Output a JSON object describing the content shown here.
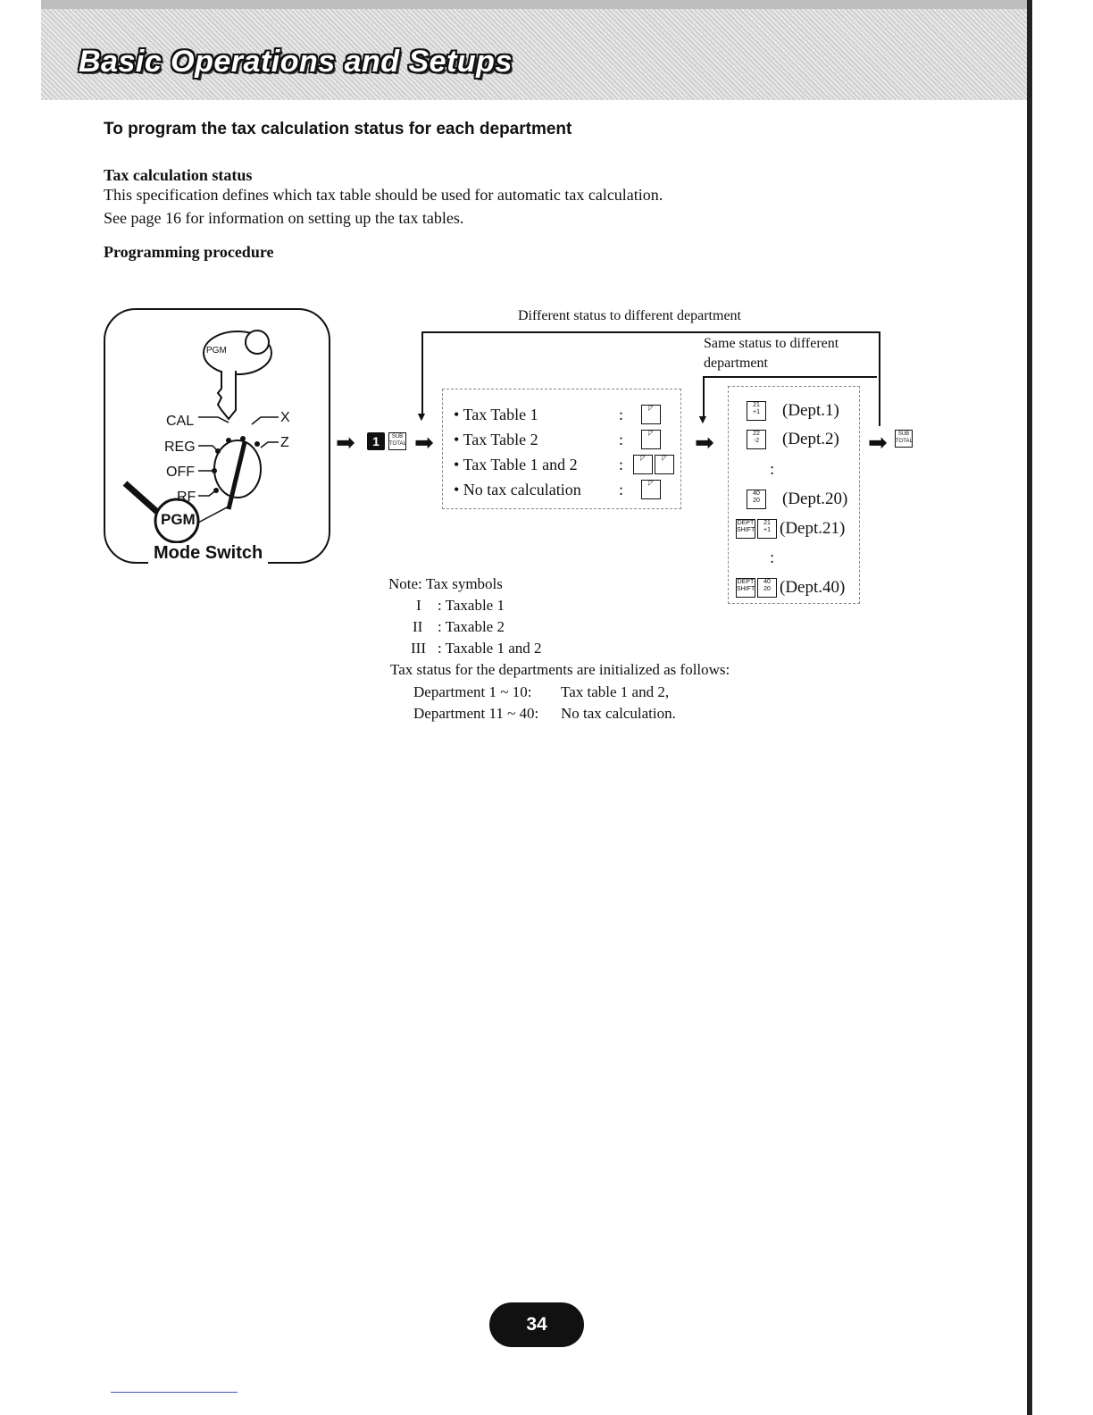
{
  "header": {
    "title": "Basic Operations and Setups"
  },
  "page_heading": "To program the tax calculation status for each department",
  "sections": {
    "tax_status_title": "Tax calculation status",
    "tax_status_line1": "This specification defines which tax table should be used for automatic tax calculation.",
    "tax_status_line2": "See page 16 for information on setting up the tax tables.",
    "procedure_title": "Programming procedure"
  },
  "mode_switch": {
    "label": "Mode Switch",
    "key_label": "PGM",
    "selected": "PGM",
    "positions": {
      "cal": "CAL",
      "reg": "REG",
      "off": "OFF",
      "rf": "RF",
      "x": "X",
      "z": "Z"
    }
  },
  "flow": {
    "start_key": "1",
    "subtotal_key": "SUB TOTAL",
    "different_label": "Different status to different department",
    "same_label_1": "Same status to different",
    "same_label_2": "department",
    "tax_options": [
      {
        "label": "• Tax Table 1",
        "sep": ":"
      },
      {
        "label": "• Tax Table 2",
        "sep": ":"
      },
      {
        "label": "• Tax Table 1 and 2",
        "sep": ":"
      },
      {
        "label": "• No tax calculation",
        "sep": ":"
      }
    ],
    "departments": [
      {
        "label": "(Dept.1)"
      },
      {
        "label": "(Dept.2)"
      },
      {
        "label": "(Dept.20)"
      },
      {
        "label": "(Dept.21)"
      },
      {
        "label": "(Dept.40)"
      }
    ],
    "ellipsis": ":"
  },
  "notes": {
    "title": "Note: Tax symbols",
    "symbols": [
      {
        "sym": "I",
        "text": ": Taxable 1"
      },
      {
        "sym": "II",
        "text": ": Taxable 2"
      },
      {
        "sym": "III",
        "text": ": Taxable 1 and 2"
      }
    ],
    "init_line": "Tax status for the departments are initialized as follows:",
    "init_rows": [
      {
        "range": "Department 1 ~ 10:",
        "value": "Tax table 1 and 2,"
      },
      {
        "range": "Department 11 ~ 40:",
        "value": "No tax calculation."
      }
    ]
  },
  "page_number": "34"
}
